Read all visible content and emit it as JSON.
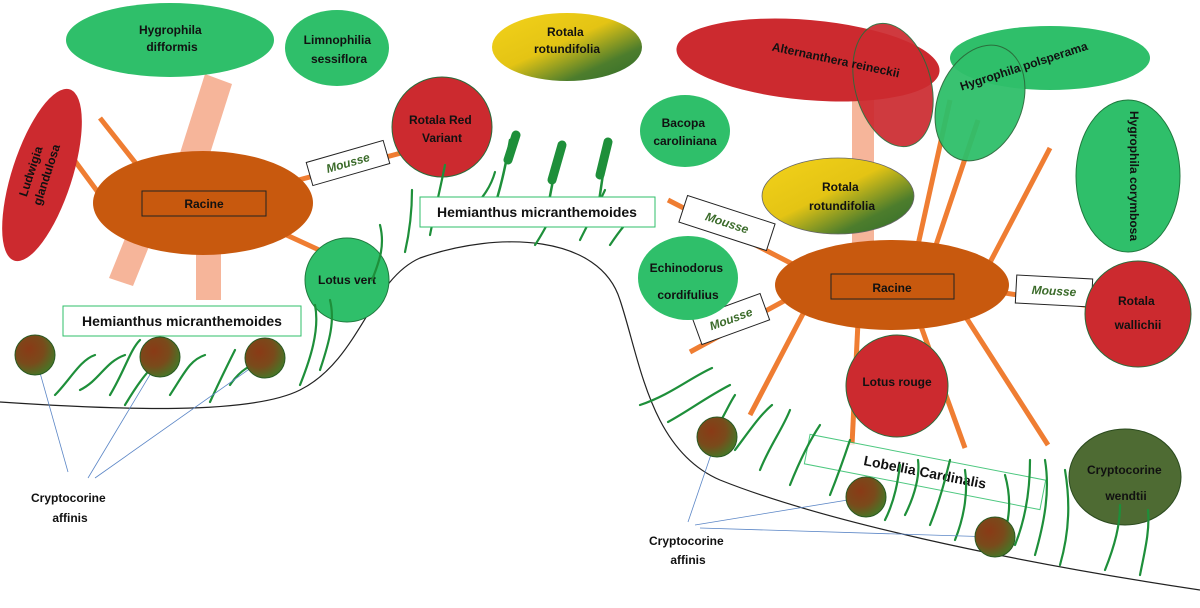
{
  "plants": {
    "hygrophila_difformis": [
      "Hygrophila",
      "difformis"
    ],
    "limnophilia_sessiflora": [
      "Limnophilia",
      "sessiflora"
    ],
    "rotala_rotundifolia_top": [
      "Rotala",
      "rotundifolia"
    ],
    "alternanthera_reineckii": "Alternanthera reineckii",
    "hygrophila_polsperama": "Hygrophila polsperama",
    "ludwigia_glandulosa": [
      "Ludwigia",
      "glandulosa"
    ],
    "rotala_red_variant": [
      "Rotala Red",
      "Variant"
    ],
    "bacopa_caroliniana": [
      "Bacopa",
      "caroliniana"
    ],
    "hygrophila_corymbosa": "Hygrophila corymbosa",
    "rotala_rotundifolia_mid": [
      "Rotala",
      "rotundifolia"
    ],
    "echinodorus_cordifulius": [
      "Echinodorus",
      "cordifulius"
    ],
    "rotala_wallichii": [
      "Rotala",
      "wallichii"
    ],
    "lotus_vert": "Lotus vert",
    "lotus_rouge": "Lotus rouge",
    "cryptocorine_wendtii": [
      "Cryptocorine",
      "wendtii"
    ]
  },
  "labels": {
    "racine": "Racine",
    "mousse": "Mousse",
    "hemianthus": "Hemianthus micranthemoides",
    "lobelia": "Lobellia Cardinalis",
    "cryptocorine_affinis": [
      "Cryptocorine",
      "affinis"
    ]
  },
  "colors": {
    "green": "#2fbf6a",
    "red": "#cc2a2f",
    "root_brown": "#c8590e",
    "root_line": "#ef7d32",
    "dark_green_plant": "#1e8f3a",
    "olive": "#4e6b33"
  }
}
